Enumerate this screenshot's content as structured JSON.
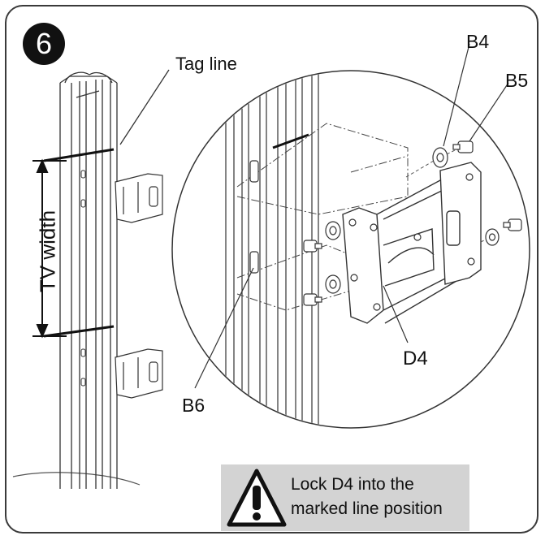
{
  "step_number": "6",
  "labels": {
    "tag_line": "Tag line",
    "tv_width": "TV width",
    "b4": "B4",
    "b5": "B5",
    "d4": "D4",
    "b6": "B6"
  },
  "warning": {
    "icon": "warning-triangle-icon",
    "line1": "Lock D4 into the",
    "line2": "marked line position"
  }
}
